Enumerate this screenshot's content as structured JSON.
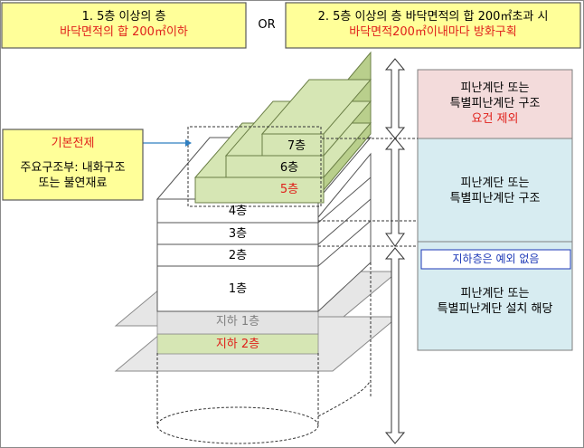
{
  "header": {
    "left": {
      "line1": "1. 5층 이상의 층",
      "line2": "바닥면적의 합 200㎡이하"
    },
    "or": "OR",
    "right": {
      "line1": "2. 5층 이상의 층 바닥면적의 합 200㎡초과 시",
      "line2": "바닥면적200㎡이내마다 방화구획"
    }
  },
  "premise": {
    "title": "기본전제",
    "line1": "주요구조부: 내화구조",
    "line2": "또는 불연재료"
  },
  "floors": {
    "f7": "7층",
    "f6": "6층",
    "f5": "5층",
    "f4": "4층",
    "f3": "3층",
    "f2": "2층",
    "f1": "1층",
    "b1": "지하 1층",
    "b2": "지하 2층"
  },
  "right_panel": {
    "top": {
      "line1": "피난계단 또는",
      "line2": "특별피난계단 구조",
      "line3": "요건 제외"
    },
    "middle": {
      "line1": "피난계단 또는",
      "line2": "특별피난계단 구조"
    },
    "note": "지하층은 예외 없음",
    "bottom": {
      "line1": "피난계단 또는",
      "line2": "특별피난계단 설치 해당"
    }
  },
  "colors": {
    "header_fill": "#ffff99",
    "header_border": "#5a5a5a",
    "upper_floor_fill": "#d6e6b4",
    "upper_floor_dark": "#b9cf8c",
    "top_panel_fill": "#f3dbdb",
    "mid_panel_fill": "#d7ecf1",
    "red_text": "#e0201a",
    "blue_text": "#1f3ab7",
    "arrow_blue": "#2f7fc1"
  }
}
